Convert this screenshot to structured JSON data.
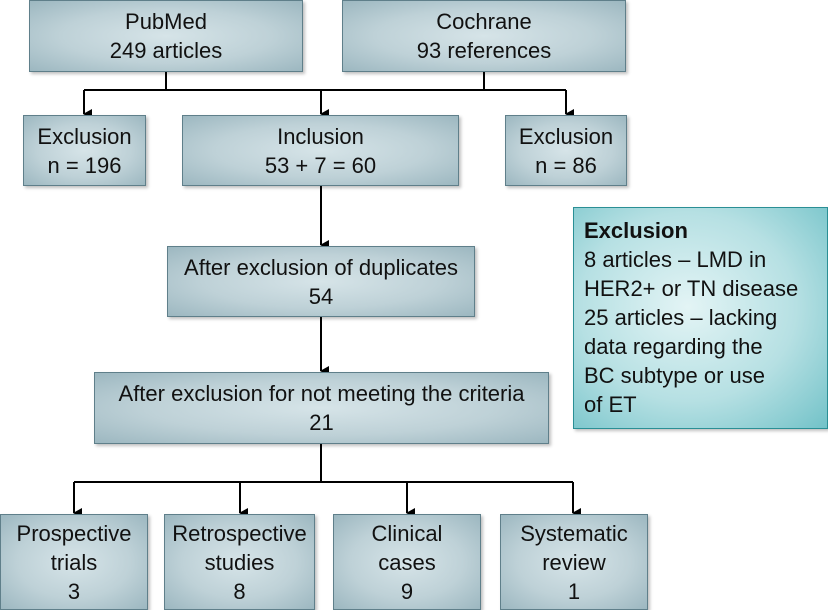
{
  "pubmed": {
    "line1": "PubMed",
    "line2": "249 articles"
  },
  "cochrane": {
    "line1": "Cochrane",
    "line2": "93 references"
  },
  "exclusion_left": {
    "line1": "Exclusion",
    "line2": "n = 196"
  },
  "inclusion": {
    "line1": "Inclusion",
    "line2": "53 + 7 = 60"
  },
  "exclusion_right": {
    "line1": "Exclusion",
    "line2": "n = 86"
  },
  "duplicates": {
    "line1": "After exclusion of duplicates",
    "line2": "54"
  },
  "criteria": {
    "line1": "After exclusion for not meeting the criteria",
    "line2": "21"
  },
  "outcomes": [
    {
      "line1": "Prospective",
      "line2": "trials",
      "line3": "3"
    },
    {
      "line1": "Retrospective",
      "line2": "studies",
      "line3": "8"
    },
    {
      "line1": "Clinical",
      "line2": "cases",
      "line3": "9"
    },
    {
      "line1": "Systematic",
      "line2": "review",
      "line3": "1"
    }
  ],
  "exclusion_note": {
    "title": "Exclusion",
    "lines": [
      "8 articles – LMD in",
      "HER2+ or TN disease",
      "25 articles – lacking",
      "data regarding the",
      "BC subtype or use",
      "of ET"
    ]
  },
  "colors": {
    "box_fill": "#bed1d7",
    "note_fill": "#b6e0e3",
    "line": "#000000"
  }
}
